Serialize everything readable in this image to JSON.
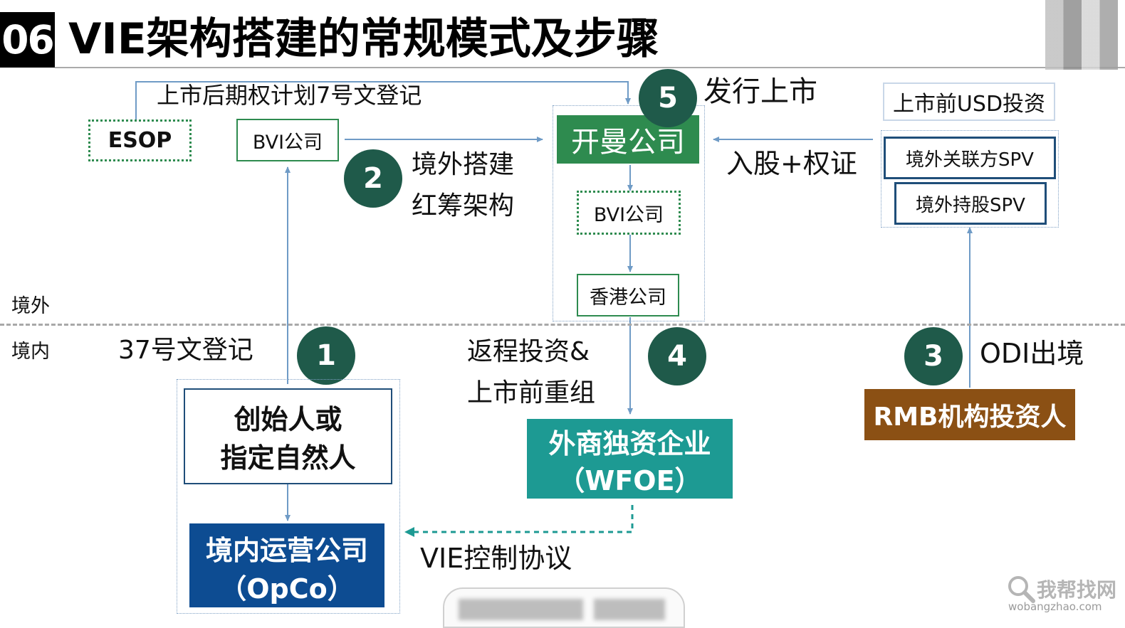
{
  "header": {
    "number": "06",
    "title": "VIE架构搭建的常规模式及步骤"
  },
  "regions": {
    "offshore": "境外",
    "onshore": "境内"
  },
  "boxes": {
    "esop": "ESOP",
    "bvi_top": "BVI公司",
    "cayman": "开曼公司",
    "bvi_middle": "BVI公司",
    "hk": "香港公司",
    "pre_ipo_usd": "上市前USD投资",
    "offshore_related_spv": "境外关联方SPV",
    "offshore_holding_spv": "境外持股SPV",
    "founder_line1": "创始人或",
    "founder_line2": "指定自然人",
    "opco_line1": "境内运营公司",
    "opco_line2": "（OpCo）",
    "wfoe_line1": "外商独资企业",
    "wfoe_line2": "（WFOE）",
    "rmb_investor": "RMB机构投资人"
  },
  "steps": [
    {
      "number": "1",
      "label": "37号文登记"
    },
    {
      "number": "2",
      "label_line1": "境外搭建",
      "label_line2": "红筹架构"
    },
    {
      "number": "3",
      "label": "ODI出境"
    },
    {
      "number": "4",
      "label_line1": "返程投资&",
      "label_line2": "上市前重组"
    },
    {
      "number": "5",
      "label": "发行上市"
    }
  ],
  "annotations": {
    "esop_registration": "上市后期权计划7号文登记",
    "equity_warrant": "入股+权证",
    "vie_agreement": "VIE控制协议"
  },
  "watermark": {
    "main": "我帮找网",
    "sub": "wobangzhao.com"
  },
  "colors": {
    "green_dark": "#2e8b4f",
    "teal": "#1d9a93",
    "navy": "#0d4c92",
    "brown": "#8b5014",
    "circle": "#1f5a4a",
    "arrow": "#6f9bc6"
  },
  "icons": {
    "watermark_logo": "magnifier-icon"
  }
}
